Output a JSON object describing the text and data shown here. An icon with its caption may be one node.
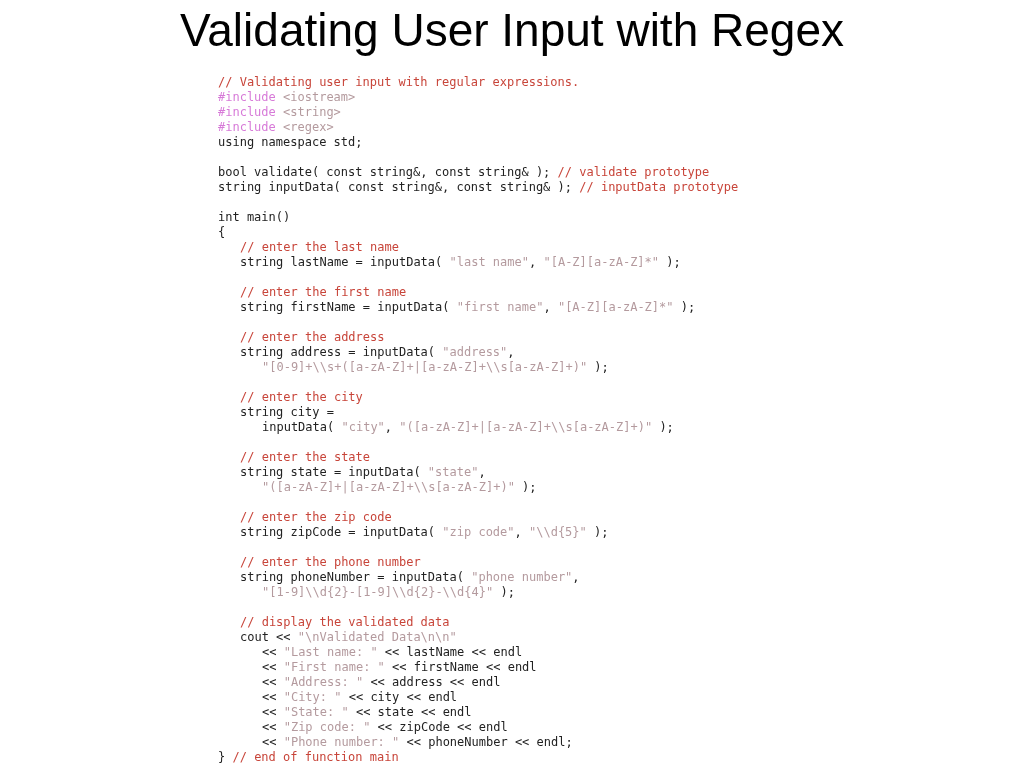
{
  "diagram": {
    "title": "Validating User Input with Regex",
    "labels": [
      "// Validating user input with regular expressions.",
      "#include <iostream>",
      "#include <string>",
      "#include <regex>",
      "using namespace std;",
      "bool validate( const string&, const string& ); // validate prototype",
      "string inputData( const string&, const string& ); // inputData prototype",
      "int main()",
      "{",
      "// enter the last name",
      "string lastName = inputData( \"last name\", \"[A-Z][a-zA-Z]*\" );",
      "// enter the first name",
      "string firstName = inputData( \"first name\", \"[A-Z][a-zA-Z]*\" );",
      "// enter the address",
      "string address = inputData( \"address\",",
      "\"[0-9]+\\\\s+([a-zA-Z]+|[a-zA-Z]+\\\\s[a-zA-Z]+)\" );",
      "// enter the city",
      "string city =",
      "inputData( \"city\", \"([a-zA-Z]+|[a-zA-Z]+\\\\s[a-zA-Z]+)\" );",
      "// enter the state",
      "string state = inputData( \"state\",",
      "\"([a-zA-Z]+|[a-zA-Z]+\\\\s[a-zA-Z]+)\" );",
      "// enter the zip code",
      "string zipCode = inputData( \"zip code\", \"\\\\d{5}\" );",
      "// enter the phone number",
      "string phoneNumber = inputData( \"phone number\",",
      "\"[1-9]\\\\d{2}-[1-9]\\\\d{2}-\\\\d{4}\" );",
      "// display the validated data",
      "cout << \"\\nValidated Data\\n\\n\"",
      "<< \"Last name: \" << lastName << endl",
      "<< \"First name: \" << firstName << endl",
      "<< \"Address: \" << address << endl",
      "<< \"City: \" << city << endl",
      "<< \"State: \" << state << endl",
      "<< \"Zip code: \" << zipCode << endl",
      "<< \"Phone number: \" << phoneNumber << endl;",
      "} // end of function main"
    ]
  }
}
